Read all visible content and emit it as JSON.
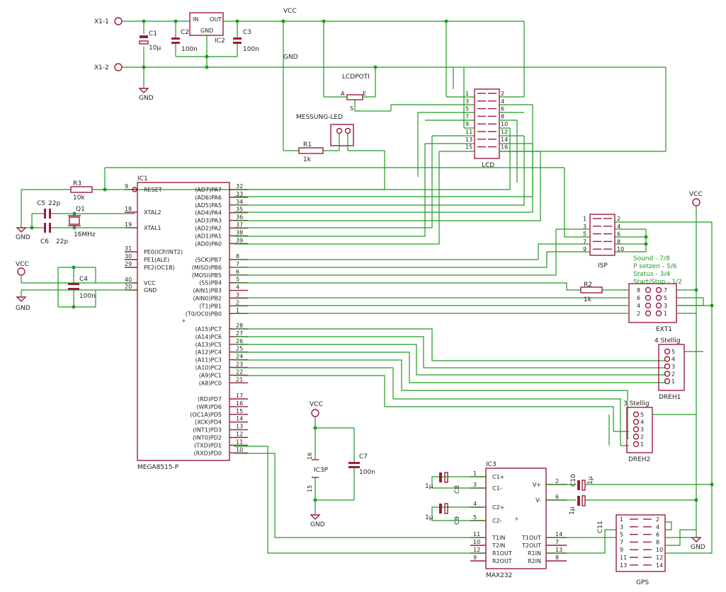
{
  "connectors": {
    "x1_1": "X1-1",
    "x1_2": "X1-2"
  },
  "nets": {
    "vcc": "VCC",
    "gnd": "GND"
  },
  "regulator": {
    "name": "IC2",
    "in": "IN",
    "out": "OUT",
    "gnd": "GND"
  },
  "caps": {
    "c1": "C1",
    "c1_val": "10µ",
    "c2": "C2",
    "c2_val": "100n",
    "c3": "C3",
    "c3_val": "100n",
    "c4": "C4",
    "c4_val": "100n",
    "c5": "C5",
    "c5_val": "22p",
    "c6": "C6",
    "c6_val": "22p",
    "c7": "C7",
    "c7_val": "100n",
    "c8": "C8",
    "c8_val": "1µ",
    "c9": "C9",
    "c9_val": "1µ",
    "c10": "C10",
    "c10_val": "1µ",
    "c11": "C11",
    "c11_val": "1µ"
  },
  "resistors": {
    "r1": "R1",
    "r1_val": "1k",
    "r2": "R2",
    "r2_val": "1k",
    "r3": "R3",
    "r3_val": "10k"
  },
  "crystal": {
    "name": "Q1",
    "val": "16MHz"
  },
  "lcdpoti": {
    "name": "LCDPOTI",
    "a": "A",
    "e": "E",
    "s": "S"
  },
  "led": "MESSUNG-LED",
  "lcd": {
    "name": "LCD",
    "left": [
      "1",
      "3",
      "5",
      "7",
      "9",
      "11",
      "13",
      "15"
    ],
    "right": [
      "2",
      "4",
      "6",
      "8",
      "10",
      "12",
      "14",
      "16"
    ]
  },
  "mcu": {
    "name": "IC1",
    "part": "MEGA8515-P",
    "left": [
      {
        "num": "9",
        "label": "RESET"
      },
      {
        "num": "18",
        "label": "XTAL2"
      },
      {
        "num": "19",
        "label": "XTAL1"
      },
      {
        "num": "31",
        "label": "PE0(ICP/INT2)"
      },
      {
        "num": "30",
        "label": "PE1(ALE)"
      },
      {
        "num": "29",
        "label": "PE2(OC1B)"
      },
      {
        "num": "40",
        "label": "VCC"
      },
      {
        "num": "20",
        "label": "GND"
      }
    ],
    "right": [
      {
        "num": "32",
        "label": "(AD7)PA7"
      },
      {
        "num": "33",
        "label": "(AD6)PA6"
      },
      {
        "num": "34",
        "label": "(AD5)PA5"
      },
      {
        "num": "35",
        "label": "(AD4)PA4"
      },
      {
        "num": "36",
        "label": "(AD3)PA3"
      },
      {
        "num": "37",
        "label": "(AD2)PA2"
      },
      {
        "num": "38",
        "label": "(AD1)PA1"
      },
      {
        "num": "39",
        "label": "(AD0)PA0"
      },
      {
        "num": "8",
        "label": "(SCK)PB7"
      },
      {
        "num": "7",
        "label": "(MISO)PB6"
      },
      {
        "num": "6",
        "label": "(MOSI)PB5"
      },
      {
        "num": "5",
        "label": "(SS)PB4"
      },
      {
        "num": "4",
        "label": "(AIN1)PB3"
      },
      {
        "num": "3",
        "label": "(AIN0)PB2"
      },
      {
        "num": "2",
        "label": "(T1)PB1"
      },
      {
        "num": "1",
        "label": "(T0/OC0)PB0"
      },
      {
        "num": "28",
        "label": "(A15)PC7"
      },
      {
        "num": "27",
        "label": "(A14)PC6"
      },
      {
        "num": "26",
        "label": "(A13)PC5"
      },
      {
        "num": "25",
        "label": "(A12)PC4"
      },
      {
        "num": "24",
        "label": "(A11)PC3"
      },
      {
        "num": "23",
        "label": "(A10)PC2"
      },
      {
        "num": "22",
        "label": "(A9)PC1"
      },
      {
        "num": "21",
        "label": "(A8)PC0"
      },
      {
        "num": "17",
        "label": "(RD)PD7"
      },
      {
        "num": "16",
        "label": "(WR)PD6"
      },
      {
        "num": "15",
        "label": "(OC1A)PD5"
      },
      {
        "num": "14",
        "label": "(XCK)PD4"
      },
      {
        "num": "13",
        "label": "(INT1)PD3"
      },
      {
        "num": "12",
        "label": "(INT0)PD2"
      },
      {
        "num": "11",
        "label": "(TXD)PD1"
      },
      {
        "num": "10",
        "label": "(RXD)PD0"
      }
    ]
  },
  "isp": {
    "name": "ISP",
    "left": [
      "1",
      "3",
      "5",
      "7",
      "9"
    ],
    "right": [
      "2",
      "4",
      "6",
      "8",
      "10"
    ]
  },
  "ext1": {
    "name": "EXT1",
    "notes": [
      "Sound - 7/8",
      "P setzen - 5/6",
      "Status - 3/4",
      "Start/Stop - 1/2"
    ],
    "left": [
      "8",
      "6",
      "4",
      "2"
    ],
    "right": [
      "7",
      "5",
      "3",
      "1"
    ]
  },
  "dreh1": {
    "title": "4 Stellig",
    "name": "DREH1",
    "pins": [
      "5",
      "4",
      "3",
      "2",
      "1"
    ]
  },
  "dreh2": {
    "title": "3 Stellig",
    "name": "DREH2",
    "pins": [
      "5",
      "4",
      "3",
      "2",
      "1"
    ]
  },
  "ic3p": {
    "name": "IC3P",
    "vcc_pin": "16",
    "gnd_pin": "15",
    "vcc": "VCC",
    "gnd": "GND"
  },
  "max232": {
    "name": "IC3",
    "part": "MAX232",
    "left": [
      {
        "num": "1",
        "label": "C1+"
      },
      {
        "num": "3",
        "label": "C1-"
      },
      {
        "num": "4",
        "label": "C2+"
      },
      {
        "num": "5",
        "label": "C2-"
      },
      {
        "num": "11",
        "label": "T1IN"
      },
      {
        "num": "10",
        "label": "T2IN"
      },
      {
        "num": "12",
        "label": "R1OUT"
      },
      {
        "num": "9",
        "label": "R2OUT"
      }
    ],
    "right": [
      {
        "num": "2",
        "label": "V+"
      },
      {
        "num": "6",
        "label": "V-"
      },
      {
        "num": "14",
        "label": "T1OUT"
      },
      {
        "num": "7",
        "label": "T2OUT"
      },
      {
        "num": "13",
        "label": "R1IN"
      },
      {
        "num": "8",
        "label": "R2IN"
      }
    ]
  },
  "gps": {
    "name": "GPS",
    "left": [
      "1",
      "3",
      "5",
      "7",
      "9",
      "11",
      "13"
    ],
    "right": [
      "2",
      "4",
      "6",
      "8",
      "10",
      "12",
      "14"
    ]
  }
}
